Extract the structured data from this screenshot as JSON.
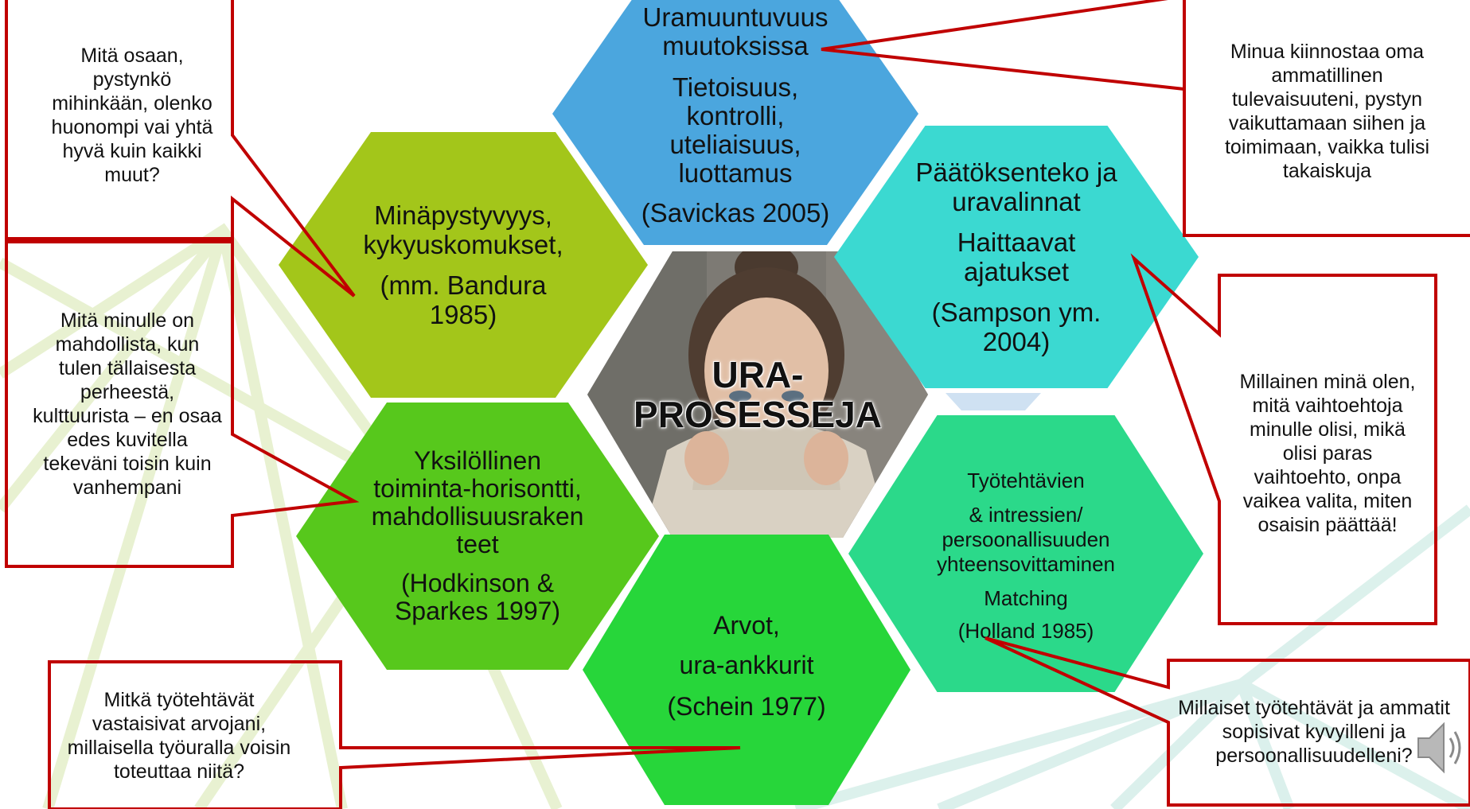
{
  "colors": {
    "hex_top": "#4ba6de",
    "hex_right_top": "#3bd9d1",
    "hex_right_bottom": "#2bd98a",
    "hex_bottom": "#27d63a",
    "hex_left_bottom": "#57c81c",
    "hex_left_top": "#a3c61a",
    "callout_border": "#c00000",
    "bg_pattern_green": "#e3efc7",
    "bg_pattern_teal": "#d4eeea"
  },
  "center": {
    "title_line1": "URA-",
    "title_line2": "PROSESSEJA",
    "photo_desc_icon": "person-photo"
  },
  "hexagons": {
    "top": {
      "line1": "Uramuuntuvuus",
      "line2": "muutoksissa",
      "body1": "Tietoisuus,",
      "body2": "kontrolli,",
      "body3": "uteliaisuus,",
      "body4": "luottamus",
      "ref": "(Savickas 2005)"
    },
    "right_top": {
      "line1": "Päätöksenteko ja",
      "line2": "uravalinnat",
      "body1": "Haittaavat",
      "body2": "ajatukset",
      "ref1": "(Sampson ym.",
      "ref2": "2004)"
    },
    "right_bottom": {
      "line1": "Työtehtävien",
      "line2": "& intressien/",
      "line3": "persoonallisuuden",
      "line4": "yhteensovittaminen",
      "body1": "Matching",
      "ref": "(Holland 1985)"
    },
    "bottom": {
      "line1": "Arvot,",
      "line2": "ura-ankkurit",
      "ref": "(Schein 1977)"
    },
    "left_bottom": {
      "line1": "Yksilöllinen",
      "line2": "toiminta-horisontti,",
      "line3": "mahdollisuusraken",
      "line4": "teet",
      "ref1": "(Hodkinson &",
      "ref2": "Sparkes 1997)"
    },
    "left_top": {
      "line1": "Minäpystyvyys,",
      "line2": "kykyuskomukset,",
      "ref1": "(mm. Bandura",
      "ref2": "1985)"
    }
  },
  "callouts": {
    "top_left": "Mitä osaan, pystynkö mihinkään, olenko huonompi vai yhtä hyvä kuin kaikki muut?",
    "mid_left": "Mitä minulle on mahdollista, kun tulen tällaisesta perheestä, kulttuurista – en osaa edes kuvitella tekeväni toisin kuin vanhempani",
    "bottom_left": "Mitkä työtehtävät vastaisivat arvojani, millaisella työuralla voisin toteuttaa niitä?",
    "top_right": "Minua kiinnostaa oma ammatillinen tulevaisuuteni, pystyn vaikuttamaan siihen ja toimimaan, vaikka tulisi takaiskuja",
    "mid_right": "Millainen minä olen, mitä vaihtoehtoja minulle olisi, mikä olisi paras vaihtoehto, onpa vaikea valita, miten osaisin päättää!",
    "bottom_right": "Millaiset työtehtävät ja ammatit sopisivat kyvyilleni ja persoonallisuudelleni?"
  },
  "audio_icon": "speaker-icon"
}
